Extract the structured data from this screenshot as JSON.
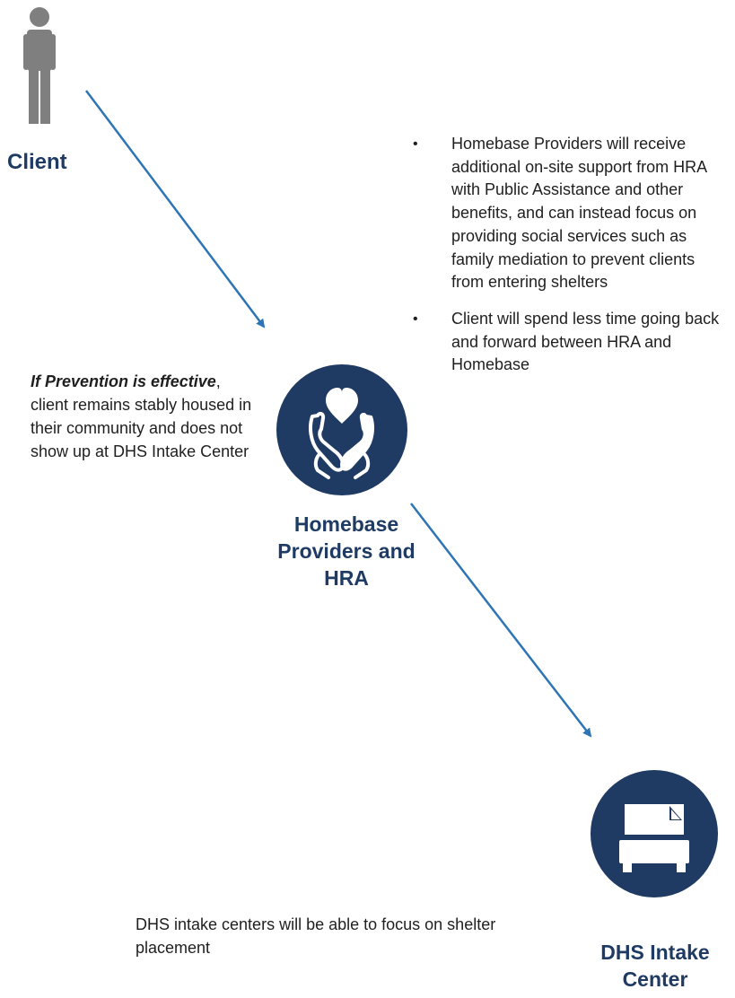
{
  "nodes": {
    "client": {
      "label": "Client",
      "icon": "person-icon"
    },
    "homebase": {
      "label": "Homebase Providers and HRA",
      "icon": "hands-heart-icon"
    },
    "dhs": {
      "label": "DHS Intake Center",
      "icon": "bed-icon"
    }
  },
  "bullets": [
    "Homebase  Providers will receive additional on-site support from HRA with Public Assistance and other benefits, and can instead focus on providing social services such as family mediation to prevent clients from entering shelters",
    "Client will spend less time going back and forward between HRA and Homebase"
  ],
  "prevention_note": {
    "emphasis": "If Prevention is effective",
    "rest": "client remains stably housed in their community and does not show up at DHS Intake Center"
  },
  "dhs_note": "DHS intake centers  will  be able to focus on shelter placement",
  "colors": {
    "navy": "#1f3b63",
    "arrow": "#2e75b6",
    "person": "#7f7f7f",
    "text": "#1f1f1f"
  }
}
